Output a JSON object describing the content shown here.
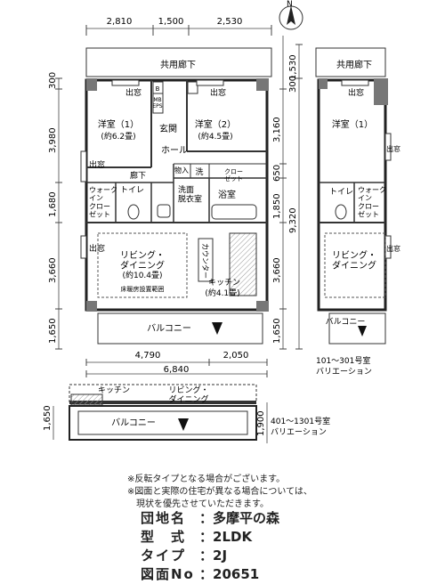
{
  "compass": {
    "label": "N"
  },
  "dims": {
    "top": [
      "2,810",
      "1,500",
      "2,530"
    ],
    "left": [
      "300",
      "3,980",
      "1,680",
      "3,660",
      "1,650"
    ],
    "right": [
      "3,160",
      "650",
      "1,850",
      "3,660",
      "1,650"
    ],
    "right_top": [
      "1,530",
      "300"
    ],
    "right_total": "9,320",
    "bottom": [
      "4,790",
      "2,050"
    ],
    "bottom_total": "6,840",
    "var_left": "1,650",
    "var_right": "1,900"
  },
  "main_plan": {
    "corridor": "共用廊下",
    "window_label": "出窓",
    "bedroom1": {
      "name": "洋室（1）",
      "size": "(約6.2畳)"
    },
    "bedroom2": {
      "name": "洋室（2）",
      "size": "(約4.5畳)"
    },
    "entrance": "玄関",
    "hall": "ホール",
    "hallway": "廊下",
    "storage": "物入",
    "laundry": "洗",
    "closet": "クロー\nゼット",
    "walkin": "ウォーク\nイン\nクロー\nゼット",
    "toilet": "トイレ",
    "washroom": "洗面\n脱衣室",
    "bath": "浴室",
    "living": {
      "name": "リビング・\nダイニング",
      "size": "(約10.4畳)"
    },
    "floor_heating": "床暖房設置範囲",
    "counter": "カウンター",
    "kitchen": {
      "name": "キッチン",
      "size": "(約4.1畳)"
    },
    "balcony": "バルコニー",
    "mb": "MB\nEPS",
    "b": "B"
  },
  "variation1": {
    "corridor": "共用廊下",
    "window_label": "出窓",
    "bedroom": "洋室（1）",
    "toilet": "トイレ",
    "walkin": "ウォーク\nイン\nクロー\nゼット",
    "living": "リビング・\nダイニング",
    "balcony": "バルコニー",
    "caption1": "101～301号室",
    "caption2": "バリエーション"
  },
  "variation2": {
    "kitchen": "キッチン",
    "living": "リビング・\nダイニング",
    "balcony": "バルコニー",
    "caption1": "401～1301号室",
    "caption2": "バリエーション"
  },
  "notes": [
    "※反転タイプとなる場合がございます。",
    "※図面と実際の住宅が異なる場合については、",
    "　現状を優先させていただきます。"
  ],
  "info": [
    {
      "key": "団地名",
      "value": "多摩平の森"
    },
    {
      "key": "型　式",
      "value": "2LDK"
    },
    {
      "key": "タイプ",
      "value": "2J"
    },
    {
      "key": "図面No",
      "value": "20651"
    }
  ]
}
